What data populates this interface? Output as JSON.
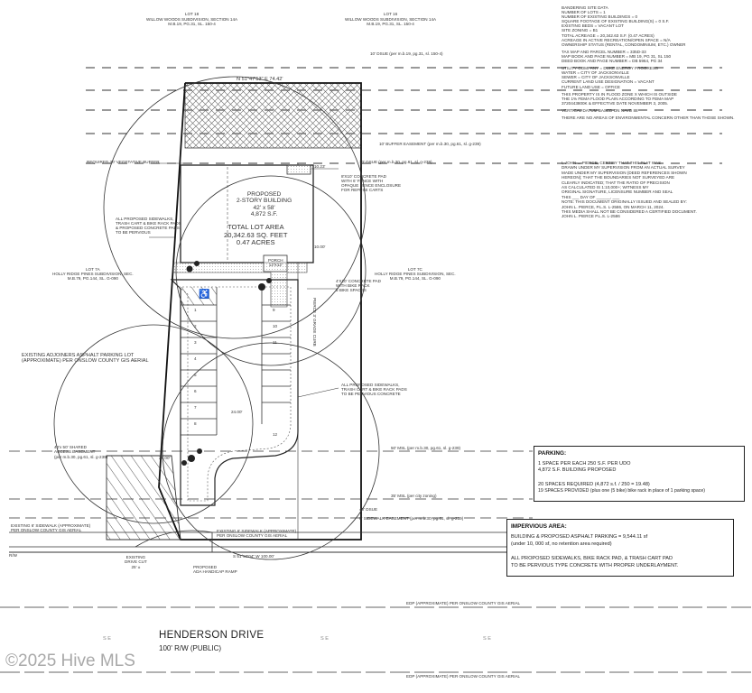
{
  "top_labels": {
    "lot_left": [
      "LOT 18",
      "WILLOW WOODS SUBDIVISION, SECTION 14A",
      "M.B.19, PG.31, SL. 150-4"
    ],
    "lot_right": [
      "LOT 16",
      "WILLOW WOODS SUBDIVISION, SECTION 14A",
      "M.B.19, PG.31, SL. 150-4"
    ]
  },
  "site_notes": [
    "BANDERING SITE DATA",
    "NUMBER OF LOTS = 1",
    "NUMBER OF EXISTING BUILDINGS = 0",
    "SQUARE FOOTAGE OF EXISTING BUILDING(S) = 0 S.F.",
    "EXISTING BEDS = VACANT LOT",
    "SITE ZONING = B1",
    "TOTAL ACREAGE = 20,342.63 S.F. (0.47 ACRES)",
    "ACREAGE IN ACTIVE RECREATION/OPEN SPACE = N/A",
    "OWNERSHIP STATUS (RENTAL, CONDOMINIUM, ETC.) OWNER",
    "",
    "TAX MAP AND PARCEL NUMBER = 335D-33",
    "MAP BOOK AND PAGE NUMBER = MB 19, PG 31, SL 150",
    "DEED BOOK AND PAGE NUMBER = DB 5964, PG 34",
    "",
    "UTILITY COMPANY = DUKE ENERGY PROGRESS",
    "WATER = CITY OF JACKSONVILLE",
    "SEWER = CITY OF JACKSONVILLE",
    "CURRENT LAND USE DESIGNATION = VACANT",
    "FUTURE LAND USE = OFFICE",
    "",
    "THIS PROPERTY IS IN FLOOD ZONE X WHICH IS OUTSIDE",
    "THE 1% FEMA FLOOD PLAIN ACCORDING TO FEMA MAP",
    "3720443800K & EFFECTIVE DATE NOVEMBER 3, 2005.",
    "",
    "VERTICAL DATUM BASED ON NAVD 88",
    "",
    "THERE ARE NO AREAS OF ENVIRONMENTAL CONCERN OTHER THAN THOSE SHOWN."
  ],
  "certification": [
    "I, JOHN ... PIERCE, CERTIFY THAT THIS PLAT WAS",
    "DRAWN UNDER MY SUPERVISION FROM AN ACTUAL SURVEY",
    "MADE UNDER MY SUPERVISION (DEED REFERENCES SHOWN",
    "HEREON); THAT THE BOUNDARIES NOT SURVEYED ARE",
    "CLEARLY INDICATED; THAT THE RATIO OF PRECISION",
    "AS CALCULATED IS 1:10,000+; WITNESS MY",
    "ORIGINAL SIGNATURE, LICENSURE NUMBER AND SEAL",
    "THIS ___ DAY OF ______, ___",
    "NOTE:   THIS DOCUMENT ORIGINALLY ISSUED AND SEALED BY:",
    "           JOHN L. PIERCE, P.L.S. L-2586, ON MARCH 11, 2024.",
    "           THIS MEDIA SHALL NOT BE CONSIDERED A CERTIFIED DOCUMENT.",
    "JOHN L. PIERCE P.L.S.   L-2586"
  ],
  "plan_labels": {
    "bearing_top": "N 51°47'53\" E  74.42'",
    "dsue_top": "10' DSUE (per m.b.19, pg.31, sl. 150-4)",
    "buffer_easement": "10' BUFFER EASEMENT (per m.b.30, pg.61, sl. g-239)",
    "vegetative_buffer": "REQUIRED 30' VEGETATIVE BUFFER",
    "dsue_mid": "10' DSUE (per m.b.30, pg.61, sl. g-239)",
    "trash_pad": [
      "8'X10' CONCRETE PAD",
      "WITH 6' FENCE WITH",
      "OPAQUE FENCE ENCLOSURE",
      "FOR REFUSE CARTS"
    ],
    "building": [
      "PROPOSED",
      "2-STORY BUILDING",
      "42' x 58'",
      "4,872 S.F."
    ],
    "lot_area": [
      "TOTAL LOT AREA",
      "20,342.63 SQ. FEET",
      "0.47 ACRES"
    ],
    "porch": [
      "PORCH",
      "12'X12'"
    ],
    "proposed_sidewalks_left": [
      "ALL PROPOSED SIDEWALKS,",
      "TRASH CART & BIKE RACK PADS",
      "& PROPOSED CONCRETE PADS",
      "TO BE PERVIOUS"
    ],
    "lot_7a": [
      "LOT 7A",
      "HOLLY RIDGE PINES SUBDIVISION, SEC.",
      "M.B.79, PG.144, SL. G-090"
    ],
    "lot_7c": [
      "LOT 7C",
      "HOLLY RIDGE PINES SUBDIVISION, SEC.",
      "M.B.79, PG.144, SL. G-090"
    ],
    "bike_rack": [
      "4'X10' CONCRETE PAD",
      "WITH BIKE RACK",
      "5 BIKE SPACES"
    ],
    "proposed_sidewalks_right": [
      "ALL PROPOSED SIDEWALKS,",
      "TRASH CART & BIKE RACK PADS",
      "TO BE PERVIOUS CONCRETE"
    ],
    "adjoiners_lot": [
      "EXISTING ADJOINERS ASPHALT PARKING LOT",
      "(APPROXIMATE) PER ONSLOW COUNTY GIS AERIAL"
    ],
    "shared_easement": [
      "40'x 50' SHARED",
      "ACCESS EASEMENT",
      "(per m.b.30, pg.61, sl. g-239)"
    ],
    "msl": "50' MSL (per m.b.30, pg.61, sl. g-239)",
    "city_zoning": "35' MSL (per city zoning)",
    "dsue_bottom": "40' DSUE",
    "sidewalk_easement": "8' SIDEWALK EASEMENT (per m.b.30, pg.61, sl. g-239)",
    "existing_sidewalk_left": [
      "EXISTING 6' SIDEWALK (APPROXIMATE)",
      "PER ONSLOW COUNTY GIS AERIAL"
    ],
    "existing_sidewalk_mid": [
      "EXISTING 6' SIDEWALK (APPROXIMATE)",
      "PER ONSLOW COUNTY GIS AERIAL"
    ],
    "bearing_bottom": "S 51°50'04\" W  100.00'",
    "existing_drive": [
      "EXISTING",
      "DRIVE CUT",
      "25' ±"
    ],
    "ada_ramp": [
      "PROPOSED",
      "ADA HANDICAP RAMP"
    ],
    "rw_left": "R/W",
    "rw_right": "R/W",
    "east_line": "PIERCE 3' GRADE CURB",
    "dim_24": "24.00'",
    "dim_20": "20.00'",
    "dim_1": "10.23'",
    "dim_2": "10.00'",
    "parking_numbers": [
      "1",
      "2",
      "3",
      "4",
      "5",
      "6",
      "7",
      "8",
      "9",
      "10",
      "11",
      "12"
    ]
  },
  "parking_box": {
    "title": "PARKING:",
    "lines": [
      "1 SPACE PER EACH 250 S.F. PER UDO",
      "4,872 S.F. BUILDING PROPOSED",
      "",
      "20 SPACES REQUIRED  (4,872 s.f. / 250 = 19.48)",
      "19 SPACES PROVIDED (plus one (5 bike) bike rack in place of 1 parking space)"
    ]
  },
  "impervious_box": {
    "title": "IMPERVIOUS AREA:",
    "lines": [
      "BUILDING & PROPOSED ASPHALT PARKING = 9,544.11 sf",
      "(under 10, 000 sf, no retention area required)",
      "",
      "ALL PROPOSED SIDEWALKS, BIKE RACK PAD, & TRASH CART PAD",
      "TO BE PERVIOUS TYPE CONCRETE WITH PROPER UNDERLAYMENT."
    ]
  },
  "road": {
    "name": "HENDERSON DRIVE",
    "rw": "100' R/W  (PUBLIC)",
    "edp_top": "EDP (APPROXIMATE) PER ONSLOW COUNTY GIS AERIAL",
    "edp_bottom": "EDP (APPROXIMATE) PER ONSLOW COUNTY GIS AERIAL",
    "centerline_marks": [
      "S E",
      "S E",
      "S E"
    ]
  },
  "watermark": "©2025 Hive MLS"
}
